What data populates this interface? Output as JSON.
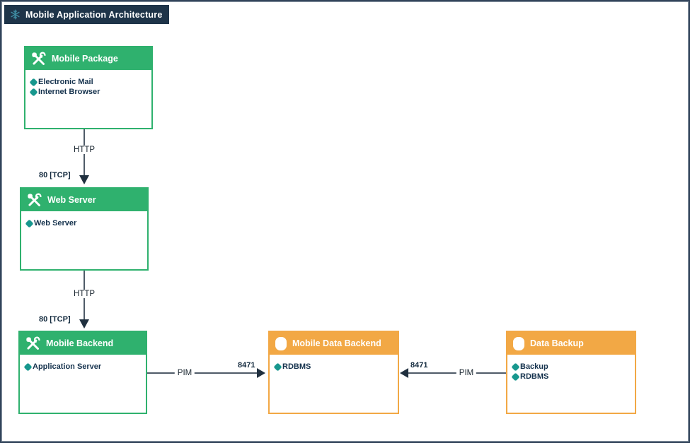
{
  "window": {
    "title": "Mobile Application Architecture",
    "title_icon": "snowflake-icon"
  },
  "colors": {
    "title_bar": "#1e3449",
    "node_green": "#2fb16e",
    "node_orange": "#f2a845",
    "component_icon_teal": "#17978e",
    "item_text": "#16334e",
    "connector_line": "#4f5b68",
    "arrowhead": "#20303f"
  },
  "nodes": [
    {
      "id": "mobile-package",
      "title": "Mobile Package",
      "type": "green",
      "icon": "tools-icon",
      "items": [
        "Electronic Mail",
        "Internet Browser"
      ]
    },
    {
      "id": "web-server",
      "title": "Web Server",
      "type": "green",
      "icon": "tools-icon",
      "items": [
        "Web Server"
      ]
    },
    {
      "id": "mobile-backend",
      "title": "Mobile Backend",
      "type": "green",
      "icon": "tools-icon",
      "items": [
        "Application Server"
      ]
    },
    {
      "id": "mobile-data-backend",
      "title": "Mobile Data Backend",
      "type": "orange",
      "icon": "database-icon",
      "items": [
        "RDBMS"
      ]
    },
    {
      "id": "data-backup",
      "title": "Data Backup",
      "type": "orange",
      "icon": "database-icon",
      "items": [
        "Backup",
        "RDBMS"
      ]
    }
  ],
  "connections": [
    {
      "from": "mobile-package",
      "to": "web-server",
      "direction": "down",
      "protocol": "HTTP",
      "port": "80 [TCP]"
    },
    {
      "from": "web-server",
      "to": "mobile-backend",
      "direction": "down",
      "protocol": "HTTP",
      "port": "80 [TCP]"
    },
    {
      "from": "mobile-backend",
      "to": "mobile-data-backend",
      "direction": "right",
      "protocol": "PIM",
      "port": "8471"
    },
    {
      "from": "data-backup",
      "to": "mobile-data-backend",
      "direction": "left",
      "protocol": "PIM",
      "port": "8471"
    }
  ]
}
